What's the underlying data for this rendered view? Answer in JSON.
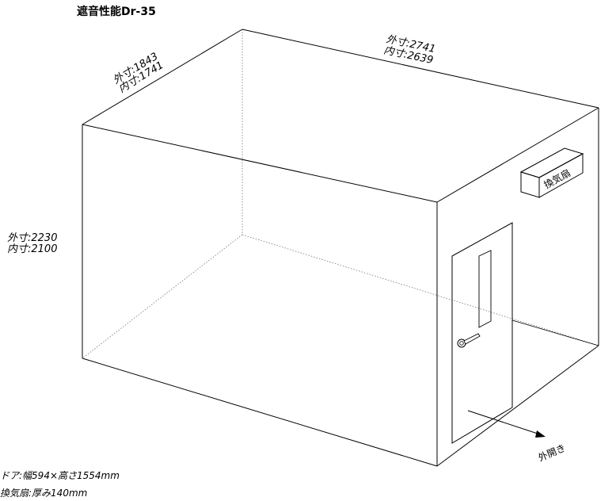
{
  "title": "遮音性能Dr-35",
  "dimensions": {
    "depth_outer": "外寸:1843",
    "depth_inner": "内寸:1741",
    "width_outer": "外寸:2741",
    "width_inner": "内寸:2639",
    "height_outer": "外寸:2230",
    "height_inner": "内寸:2100"
  },
  "labels": {
    "fan": "換気扇",
    "door_opening": "外開き"
  },
  "notes": {
    "door_size": "ドア:幅594×高さ1554mm",
    "fan_thickness": "換気扇:厚み140mm"
  }
}
